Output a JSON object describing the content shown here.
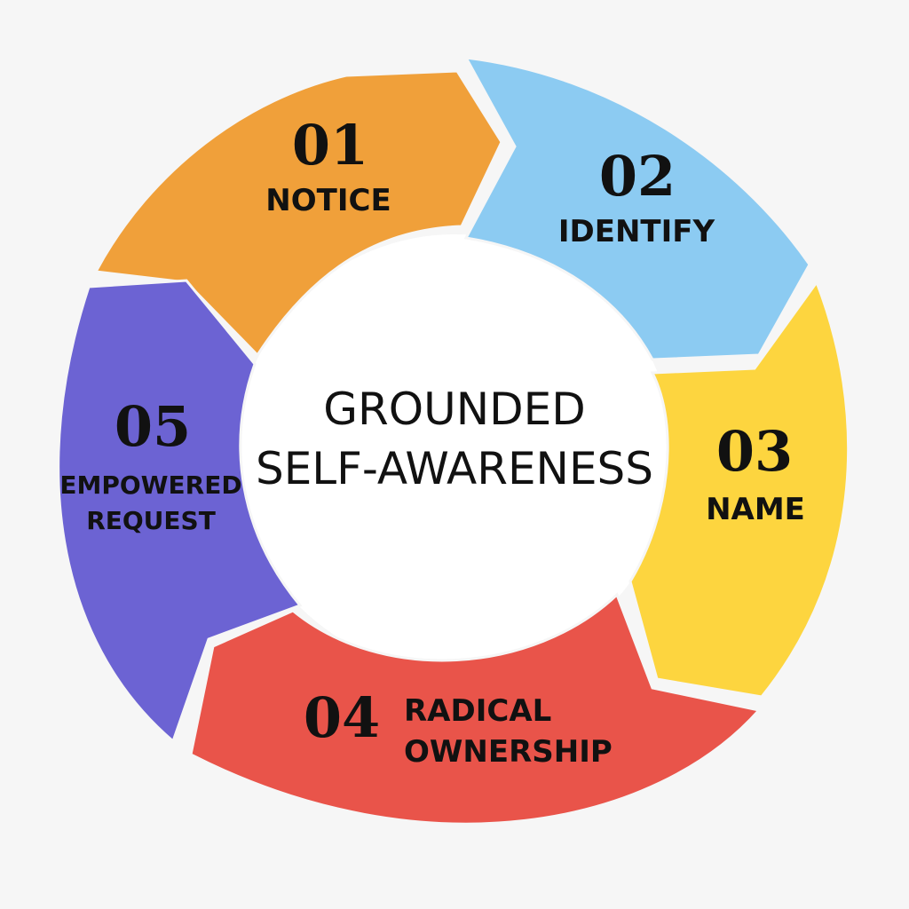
{
  "center": {
    "line1": "GROUNDED",
    "line2": "SELF-AWARENESS"
  },
  "steps": [
    {
      "number": "01",
      "label_lines": [
        "NOTICE"
      ],
      "color": "#f0a03a"
    },
    {
      "number": "02",
      "label_lines": [
        "IDENTIFY"
      ],
      "color": "#8ccbf2"
    },
    {
      "number": "03",
      "label_lines": [
        "NAME"
      ],
      "color": "#fdd53f"
    },
    {
      "number": "04",
      "label_lines": [
        "RADICAL",
        "OWNERSHIP"
      ],
      "color": "#e9544a"
    },
    {
      "number": "05",
      "label_lines": [
        "EMPOWERED",
        "REQUEST"
      ],
      "color": "#6c63d3"
    }
  ]
}
